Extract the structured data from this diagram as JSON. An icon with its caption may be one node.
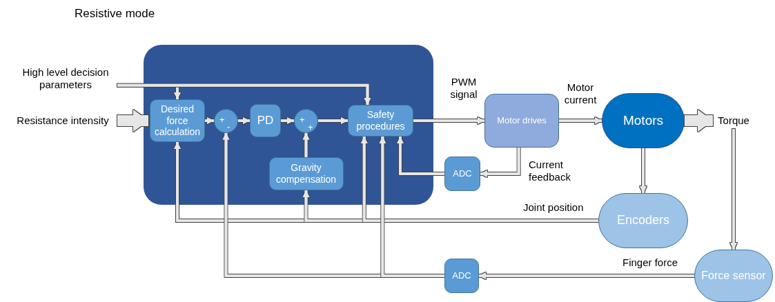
{
  "diagram": {
    "title": "Resistive mode",
    "nodes": [
      {
        "text": [],
        "shape": "box"
      },
      {
        "text": [
          "Desired force calculation"
        ],
        "in": 0
      },
      {
        "text": [
          "+",
          "-"
        ],
        "in": 0
      },
      {
        "text": [
          "PD"
        ],
        "in": 0
      },
      {
        "text": [
          "+",
          "+"
        ],
        "in": 0
      },
      {
        "text": [
          "Safety procedures"
        ],
        "in": 0
      },
      {
        "text": [
          "Gravity compensation"
        ],
        "in": 0
      },
      {
        "text": [
          "Motor drives"
        ]
      },
      {
        "text": [
          "ADC"
        ]
      },
      {
        "text": [
          "Motors"
        ]
      },
      {
        "text": [
          "Encoders"
        ]
      },
      {
        "text": [
          "Force sensor"
        ]
      },
      {
        "text": [
          "ADC"
        ]
      },
      {
        "text": [
          "High level decision parameters"
        ]
      },
      {
        "text": [
          "Resistance intensity"
        ]
      },
      {
        "text": [
          "Torque"
        ]
      }
    ],
    "edges": [
      {
        "from": 13,
        "to": 1,
        "arrow": "to"
      },
      {
        "from": 13,
        "to": 5,
        "arrow": "to"
      },
      {
        "from": 14,
        "to": 1,
        "arrow": "to",
        "style": "thick"
      },
      {
        "from": 1,
        "to": 2,
        "arrow": "to"
      },
      {
        "from": 2,
        "to": 3,
        "arrow": "to"
      },
      {
        "from": 3,
        "to": 4,
        "arrow": "to"
      },
      {
        "from": 4,
        "to": 5,
        "arrow": "to"
      },
      {
        "from": 6,
        "to": 4,
        "arrow": "to"
      },
      {
        "from": 5,
        "to": 7,
        "arrow": "to",
        "label": "PWM signal"
      },
      {
        "from": 7,
        "to": 9,
        "arrow": "to",
        "label": "Motor current"
      },
      {
        "from": 9,
        "to": 15,
        "arrow": "to",
        "style": "thick"
      },
      {
        "from": 9,
        "to": 10,
        "arrow": "to"
      },
      {
        "from": 7,
        "to": 8,
        "arrow": "to",
        "label": "Current feedback"
      },
      {
        "from": 8,
        "to": 5,
        "arrow": "to"
      },
      {
        "from": 15,
        "to": 11,
        "arrow": "to"
      },
      {
        "from": 11,
        "to": 12,
        "arrow": "to",
        "label": "Finger force"
      },
      {
        "from": 10,
        "to": 1,
        "arrow": "to",
        "label": "Joint position"
      },
      {
        "from": 10,
        "to": 6,
        "arrow": "to"
      },
      {
        "from": 10,
        "to": 5,
        "arrow": "to"
      },
      {
        "from": 12,
        "to": 2,
        "arrow": "to"
      },
      {
        "from": 12,
        "to": 5,
        "arrow": "to"
      }
    ]
  }
}
